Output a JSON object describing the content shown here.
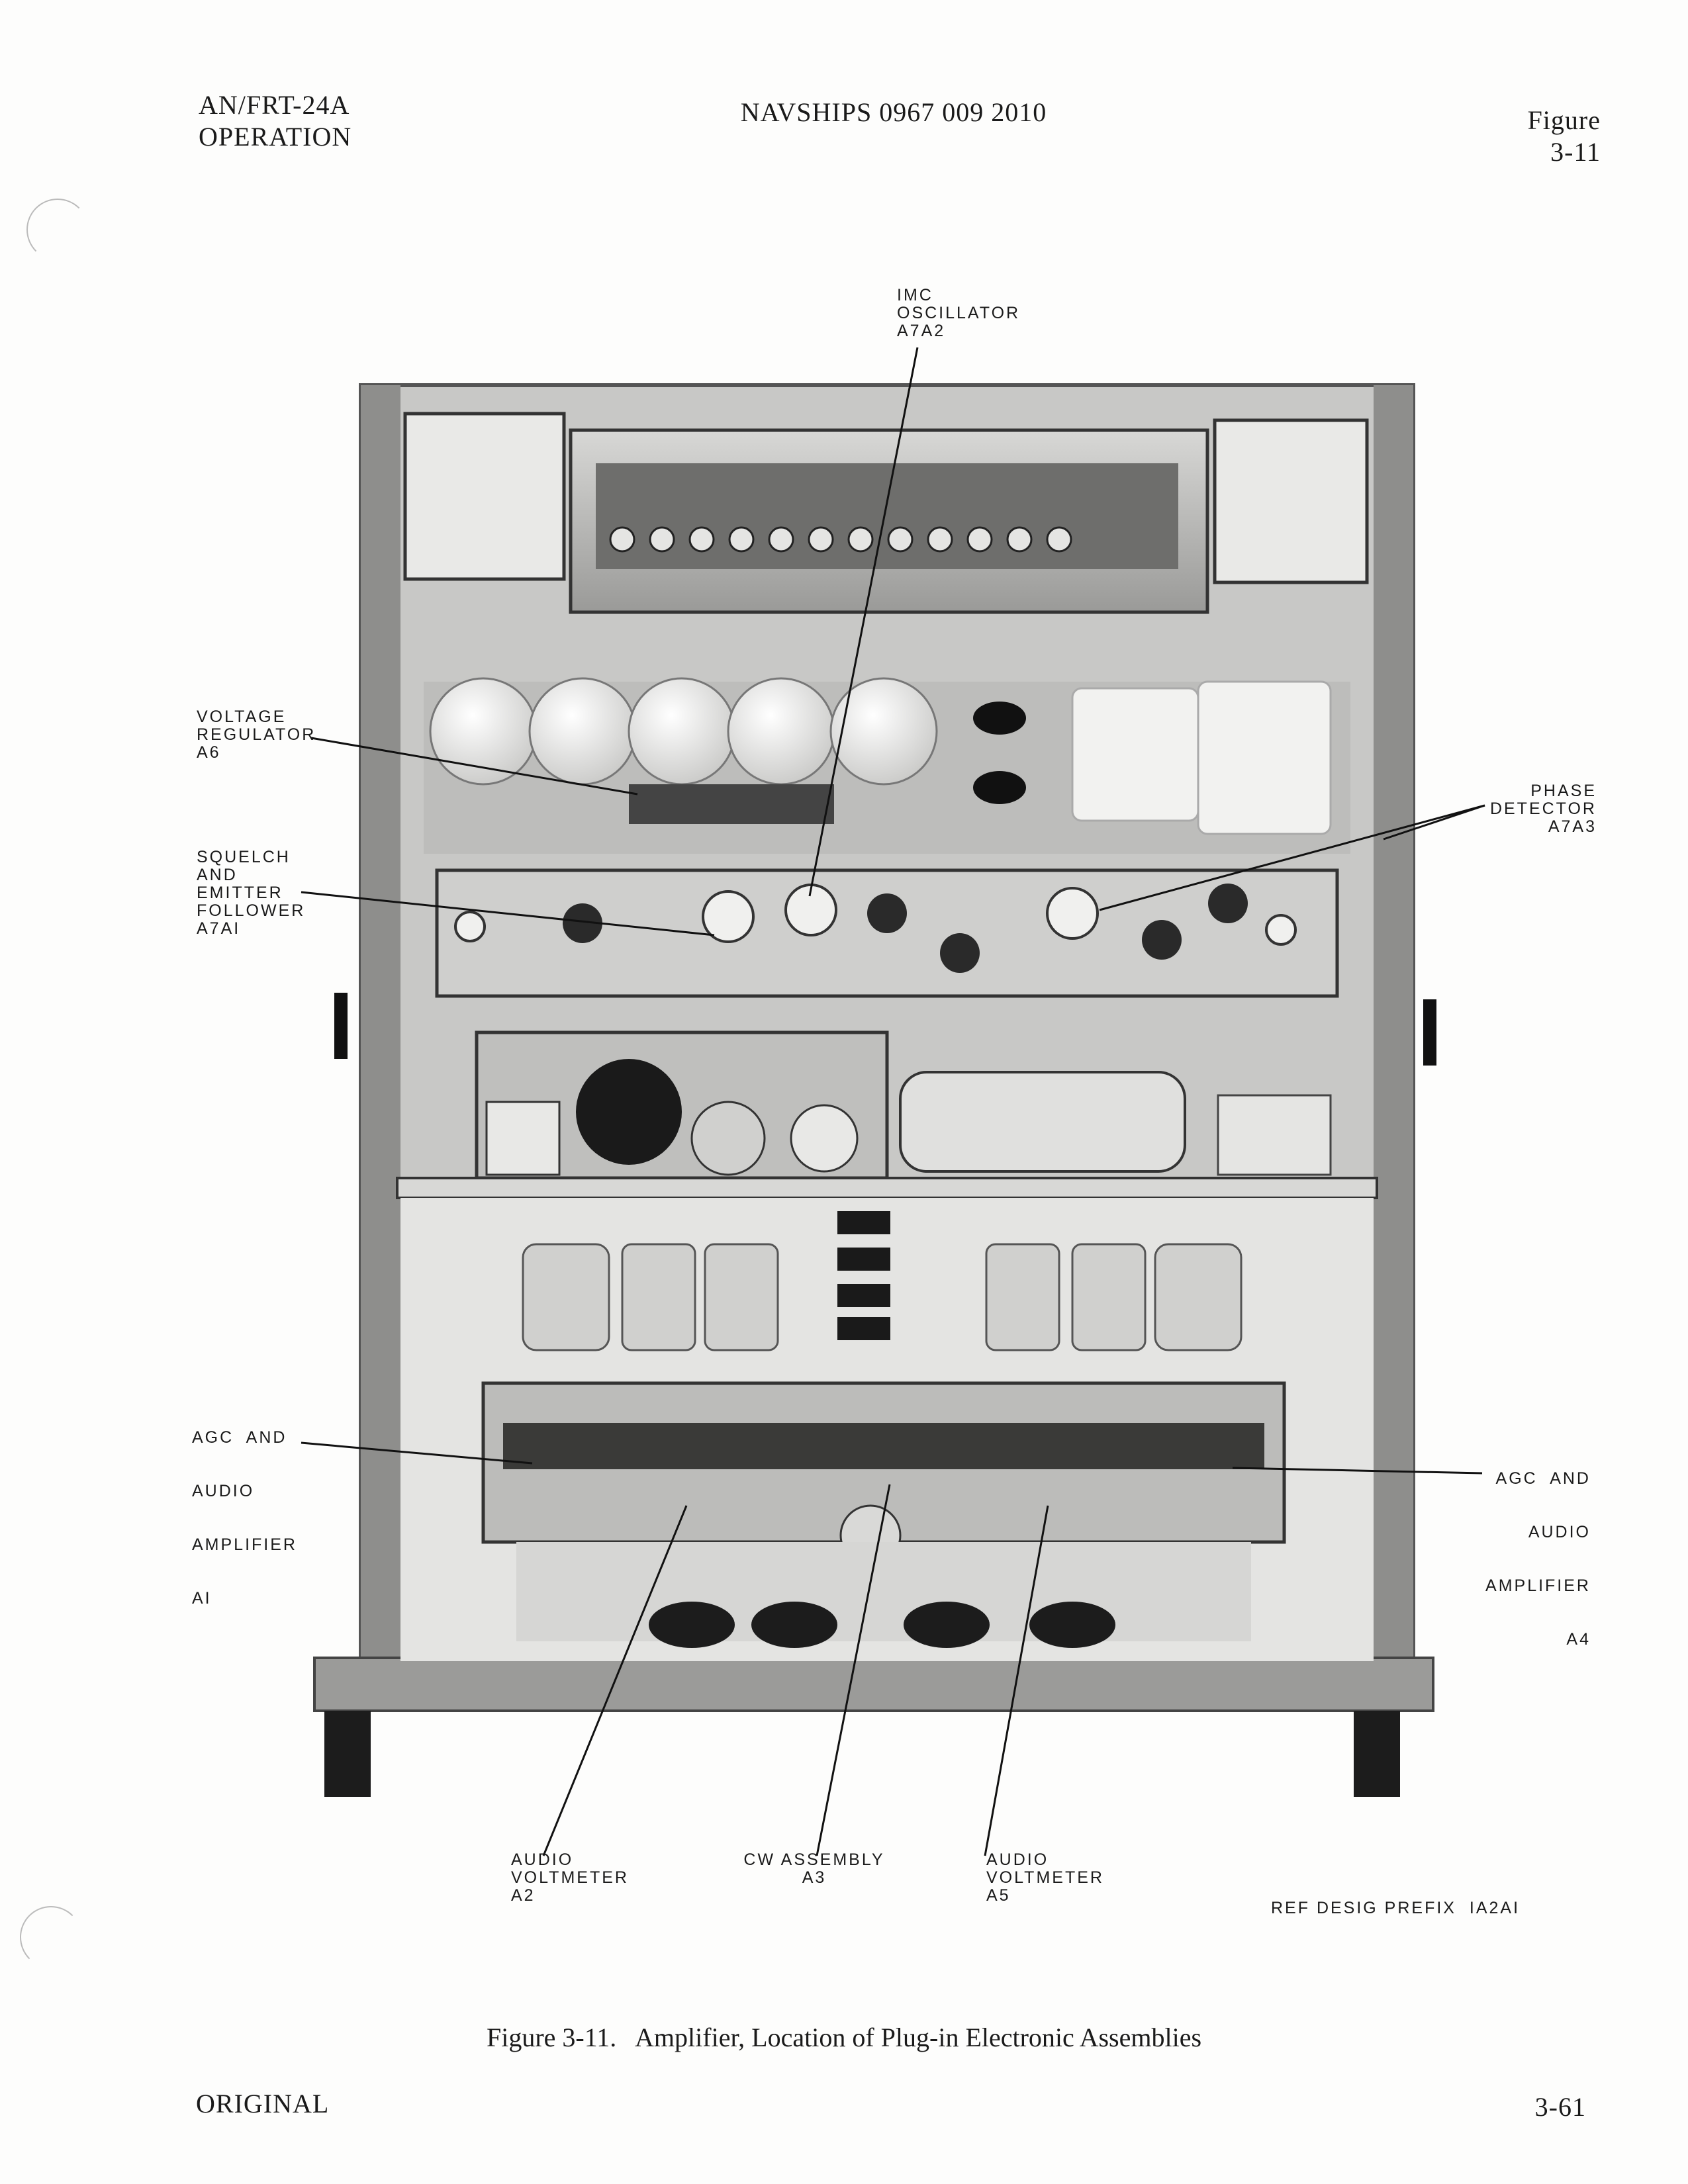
{
  "header": {
    "equipment": "AN/FRT-24A",
    "section": "OPERATION",
    "doc_number": "NAVSHIPS 0967 009 2010",
    "figure_word": "Figure",
    "figure_number": "3-11"
  },
  "callouts": {
    "imc_oscillator": [
      "IMC",
      "OSCILLATOR",
      "A7A2"
    ],
    "voltage_regulator": [
      "VOLTAGE",
      "REGULATOR",
      "A6"
    ],
    "squelch": [
      "SQUELCH",
      "AND",
      "EMITTER",
      "FOLLOWER",
      "A7AI"
    ],
    "phase_detector": [
      "PHASE",
      "DETECTOR",
      "A7A3"
    ],
    "agc_left": [
      "AGC  AND",
      "AUDIO",
      "AMPLIFIER",
      "AI"
    ],
    "agc_right": [
      "AGC  AND",
      "AUDIO",
      "AMPLIFIER",
      "A4"
    ],
    "audio_voltmeter_a2": [
      "AUDIO",
      "VOLTMETER",
      "A2"
    ],
    "cw_assembly": [
      "CW ASSEMBLY",
      "A3"
    ],
    "audio_voltmeter_a5": [
      "AUDIO",
      "VOLTMETER",
      "A5"
    ]
  },
  "ref_desig": "REF DESIG PREFIX  IA2AI",
  "caption": "Figure 3-11.   Amplifier, Location of Plug-in Electronic Assemblies",
  "footer": {
    "status": "ORIGINAL",
    "page_number": "3-61"
  }
}
